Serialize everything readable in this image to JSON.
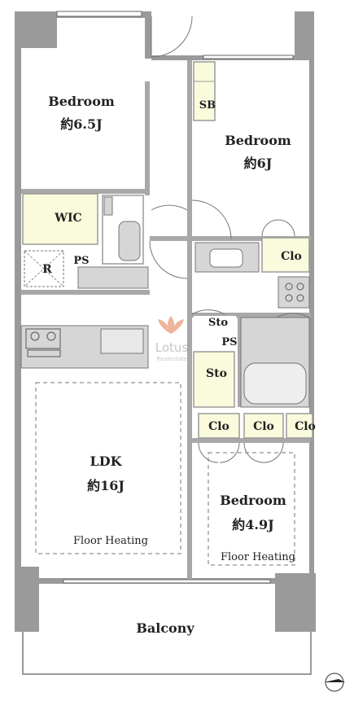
{
  "rooms": {
    "bedroom_nw": {
      "name": "Bedroom",
      "size": "約6.5J"
    },
    "bedroom_ne": {
      "name": "Bedroom",
      "size": "約6J"
    },
    "ldk": {
      "name": "LDK",
      "size": "約16J",
      "note": "Floor Heating"
    },
    "bedroom_se": {
      "name": "Bedroom",
      "size": "約4.9J",
      "note": "Floor Heating"
    },
    "balcony": {
      "name": "Balcony"
    }
  },
  "labels": {
    "sb": "SB",
    "wic": "WIC",
    "ps_left": "PS",
    "r": "R",
    "clo_upper": "Clo",
    "sto_small": "Sto",
    "ps_mid": "PS",
    "sto_large": "Sto",
    "clo_1": "Clo",
    "clo_2": "Clo",
    "clo_3": "Clo"
  },
  "watermark": {
    "brand": "Lotus",
    "sub": "Realestate"
  },
  "colors": {
    "wall": "#9a9a9a",
    "storage": "#fafadc",
    "fixture": "#d6d6d6",
    "brand": "#e07a4a"
  }
}
